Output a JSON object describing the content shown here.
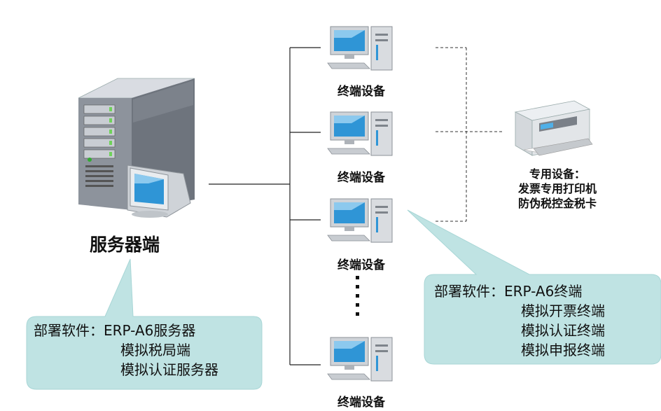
{
  "server": {
    "label": "服务器端",
    "icon": "server-tower-icon"
  },
  "terminals": [
    {
      "label": "终端设备",
      "icon": "desktop-computer-icon"
    },
    {
      "label": "终端设备",
      "icon": "desktop-computer-icon"
    },
    {
      "label": "终端设备",
      "icon": "desktop-computer-icon"
    },
    {
      "label": "终端设备",
      "icon": "desktop-computer-icon"
    }
  ],
  "printer": {
    "icon": "printer-icon",
    "lines": [
      "专用设备：",
      "发票专用打印机",
      "防伪税控金税卡"
    ]
  },
  "server_callout": {
    "lines": [
      "部署软件：ERP-A6服务器",
      "模拟税局端",
      "模拟认证服务器"
    ]
  },
  "terminal_callout": {
    "lines": [
      "部署软件：ERP-A6终端",
      "模拟开票终端",
      "模拟认证终端",
      "模拟申报终端"
    ]
  },
  "colors": {
    "callout_fill": "#bfe3e3",
    "callout_stroke": "#9fcfcf",
    "screen": "#2f95d6",
    "line": "#222222"
  }
}
